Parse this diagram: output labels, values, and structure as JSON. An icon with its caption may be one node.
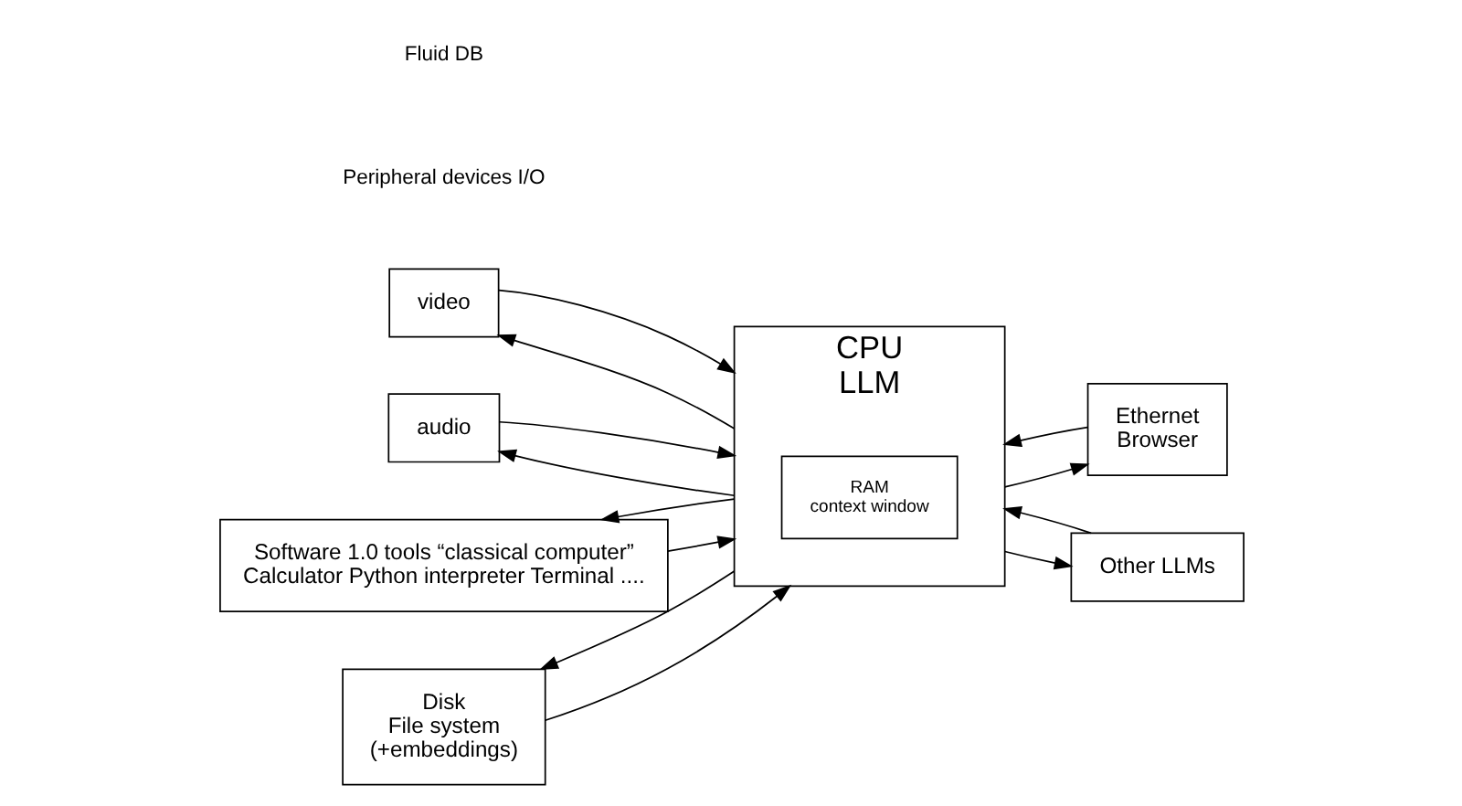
{
  "diagram": {
    "nodes": [
      {
        "text": [
          "video"
        ]
      },
      {
        "text": [
          "audio"
        ]
      },
      {
        "text": [
          "Software 1.0 tools “classical computer”",
          "Calculator Python interpreter Terminal ...."
        ]
      },
      {
        "text": [
          "Disk",
          "File system",
          "(+embeddings)"
        ]
      },
      {
        "text": [
          "CPU",
          "LLM"
        ]
      },
      {
        "text": [
          "RAM",
          "context window"
        ],
        "in": 4
      },
      {
        "text": [
          "Ethernet",
          "Browser"
        ]
      },
      {
        "text": [
          "Other LLMs"
        ]
      }
    ],
    "edges": [
      {
        "from": 4,
        "to": 0,
        "arrow": "to"
      },
      {
        "from": 0,
        "to": 4,
        "arrow": "to"
      },
      {
        "from": 4,
        "to": 1,
        "arrow": "to"
      },
      {
        "from": 1,
        "to": 4,
        "arrow": "to"
      },
      {
        "from": 2,
        "to": 4,
        "arrow": "to"
      },
      {
        "from": 4,
        "to": 2,
        "arrow": "to"
      },
      {
        "from": 3,
        "to": 4,
        "arrow": "to"
      },
      {
        "from": 4,
        "to": 3,
        "arrow": "to"
      },
      {
        "from": 4,
        "to": 6,
        "arrow": "to"
      },
      {
        "from": 6,
        "to": 4,
        "arrow": "to"
      },
      {
        "from": 4,
        "to": 7,
        "arrow": "to"
      },
      {
        "from": 7,
        "to": 4,
        "arrow": "to"
      }
    ],
    "labels": [
      "Peripheral devices I/O",
      "Fluid DB"
    ]
  }
}
